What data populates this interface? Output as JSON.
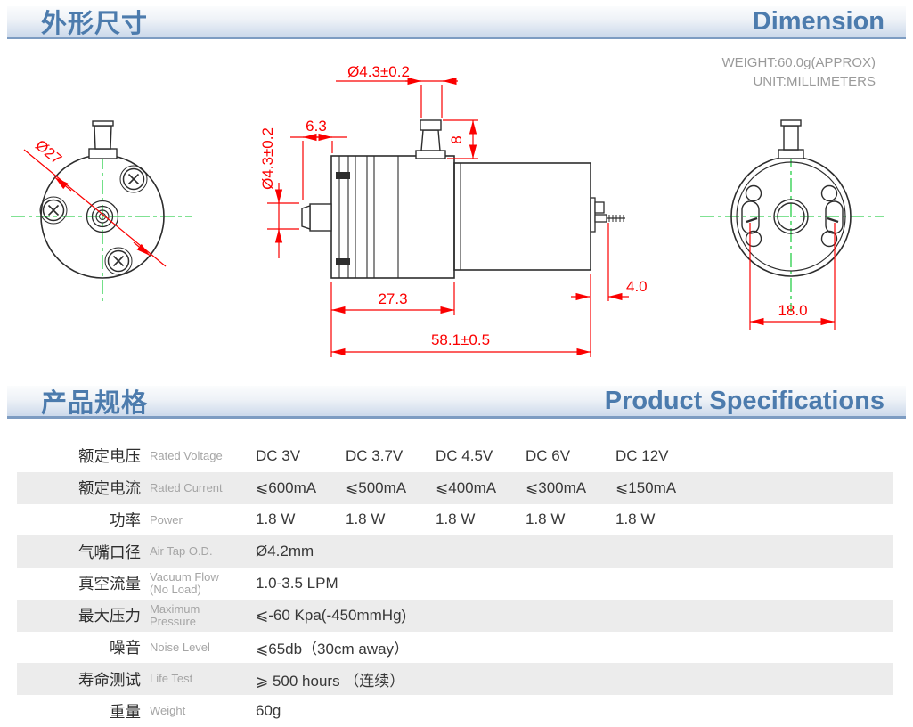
{
  "dimension_section": {
    "title_zh": "外形尺寸",
    "title_en": "Dimension",
    "weight_note": "WEIGHT:60.0g(APPROX)",
    "unit_note": "UNIT:MILLIMETERS",
    "dims": {
      "front_diameter": "Ø27",
      "top_nozzle_od": "Ø4.3±0.2",
      "nozzle_length": "6.3",
      "side_nozzle_od": "Ø4.3±0.2",
      "top_nozzle_height": "8",
      "pump_head_length": "27.3",
      "overall_length": "58.1±0.5",
      "terminal_length": "4.0",
      "mount_hole_pitch": "18.0"
    }
  },
  "spec_section": {
    "title_zh": "产品规格",
    "title_en": "Product Specifications",
    "rows": [
      {
        "label_zh": "额定电压",
        "label_en": [
          "Rated Voltage"
        ],
        "values": [
          "DC 3V",
          "DC 3.7V",
          "DC 4.5V",
          "DC 6V",
          "DC 12V"
        ]
      },
      {
        "label_zh": "额定电流",
        "label_en": [
          "Rated Current"
        ],
        "values": [
          "⩽600mA",
          "⩽500mA",
          "⩽400mA",
          "⩽300mA",
          "⩽150mA"
        ]
      },
      {
        "label_zh": "功率",
        "label_en": [
          "Power"
        ],
        "values": [
          "1.8 W",
          "1.8 W",
          "1.8 W",
          "1.8 W",
          "1.8 W"
        ]
      },
      {
        "label_zh": "气嘴口径",
        "label_en": [
          "Air Tap O.D."
        ],
        "values": [
          "Ø4.2mm"
        ]
      },
      {
        "label_zh": "真空流量",
        "label_en": [
          "Vacuum Flow",
          "(No Load)"
        ],
        "values": [
          "1.0-3.5 LPM"
        ]
      },
      {
        "label_zh": "最大压力",
        "label_en": [
          "Maximum",
          "Pressure"
        ],
        "values": [
          "⩽-60 Kpa(-450mmHg)"
        ]
      },
      {
        "label_zh": "噪音",
        "label_en": [
          "Noise Level"
        ],
        "values": [
          "⩽65db（30cm away）"
        ]
      },
      {
        "label_zh": "寿命测试",
        "label_en": [
          "Life Test"
        ],
        "values": [
          "⩾ 500 hours （连续）"
        ]
      },
      {
        "label_zh": "重量",
        "label_en": [
          "Weight"
        ],
        "values": [
          "60g"
        ]
      }
    ]
  },
  "colors": {
    "accent_blue": "#4c7bad",
    "dimension_red": "#fb0000",
    "centerline_green": "#00c527",
    "row_band_gray": "#ececec",
    "note_gray": "#9a9a9a",
    "line_dark": "#2d2d2d"
  }
}
